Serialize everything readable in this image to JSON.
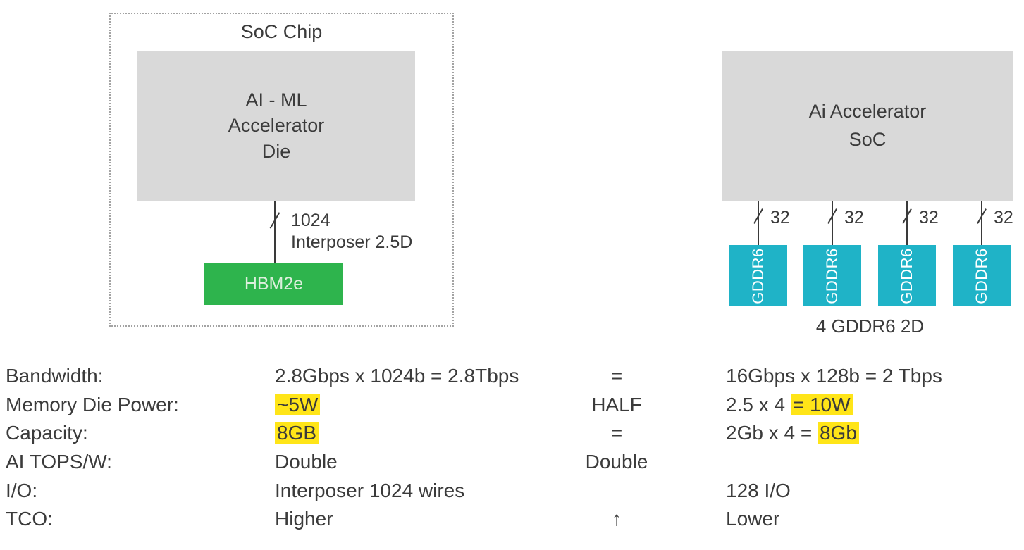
{
  "left_diagram": {
    "container_label": "SoC Chip",
    "die_lines": [
      "AI - ML",
      "Accelerator",
      "Die"
    ],
    "bus_width_label": "1024",
    "bus_type_label": "Interposer 2.5D",
    "memory_label": "HBM2e"
  },
  "right_diagram": {
    "soc_lines": [
      "Ai Accelerator",
      "SoC"
    ],
    "modules": [
      {
        "bus_width_label": "32",
        "memory_label": "GDDR6"
      },
      {
        "bus_width_label": "32",
        "memory_label": "GDDR6"
      },
      {
        "bus_width_label": "32",
        "memory_label": "GDDR6"
      },
      {
        "bus_width_label": "32",
        "memory_label": "GDDR6"
      }
    ],
    "caption": "4 GDDR6 2D"
  },
  "colors": {
    "die_gray": "#d9d9d9",
    "hbm_green": "#2eb44d",
    "gddr_teal": "#1fb3c7",
    "highlight_yellow": "#ffe518",
    "text": "#3b3b3b"
  },
  "comparison_table": {
    "rows": [
      {
        "label": "Bandwidth:",
        "left": [
          {
            "t": "2.8Gbps x 1024b = 2.8Tbps",
            "h": false
          }
        ],
        "middle": "=",
        "right": [
          {
            "t": "16Gbps x 128b = 2 Tbps",
            "h": false
          }
        ]
      },
      {
        "label": "Memory Die Power:",
        "left": [
          {
            "t": "~5W",
            "h": true
          }
        ],
        "middle": "HALF",
        "right": [
          {
            "t": "2.5 x 4 ",
            "h": false
          },
          {
            "t": "= 10W",
            "h": true
          }
        ]
      },
      {
        "label": "Capacity:",
        "left": [
          {
            "t": "8GB",
            "h": true
          }
        ],
        "middle": "=",
        "right": [
          {
            "t": "2Gb x 4 = ",
            "h": false
          },
          {
            "t": "8Gb",
            "h": true
          }
        ]
      },
      {
        "label": "AI TOPS/W:",
        "left": [
          {
            "t": "Double",
            "h": false
          }
        ],
        "middle": "Double",
        "right": []
      },
      {
        "label": "I/O:",
        "left": [
          {
            "t": "Interposer 1024 wires",
            "h": false
          }
        ],
        "middle": "",
        "right": [
          {
            "t": "128 I/O",
            "h": false
          }
        ]
      },
      {
        "label": "TCO:",
        "left": [
          {
            "t": "Higher",
            "h": false
          }
        ],
        "middle": "↑",
        "right": [
          {
            "t": "Lower",
            "h": false
          }
        ]
      }
    ]
  }
}
